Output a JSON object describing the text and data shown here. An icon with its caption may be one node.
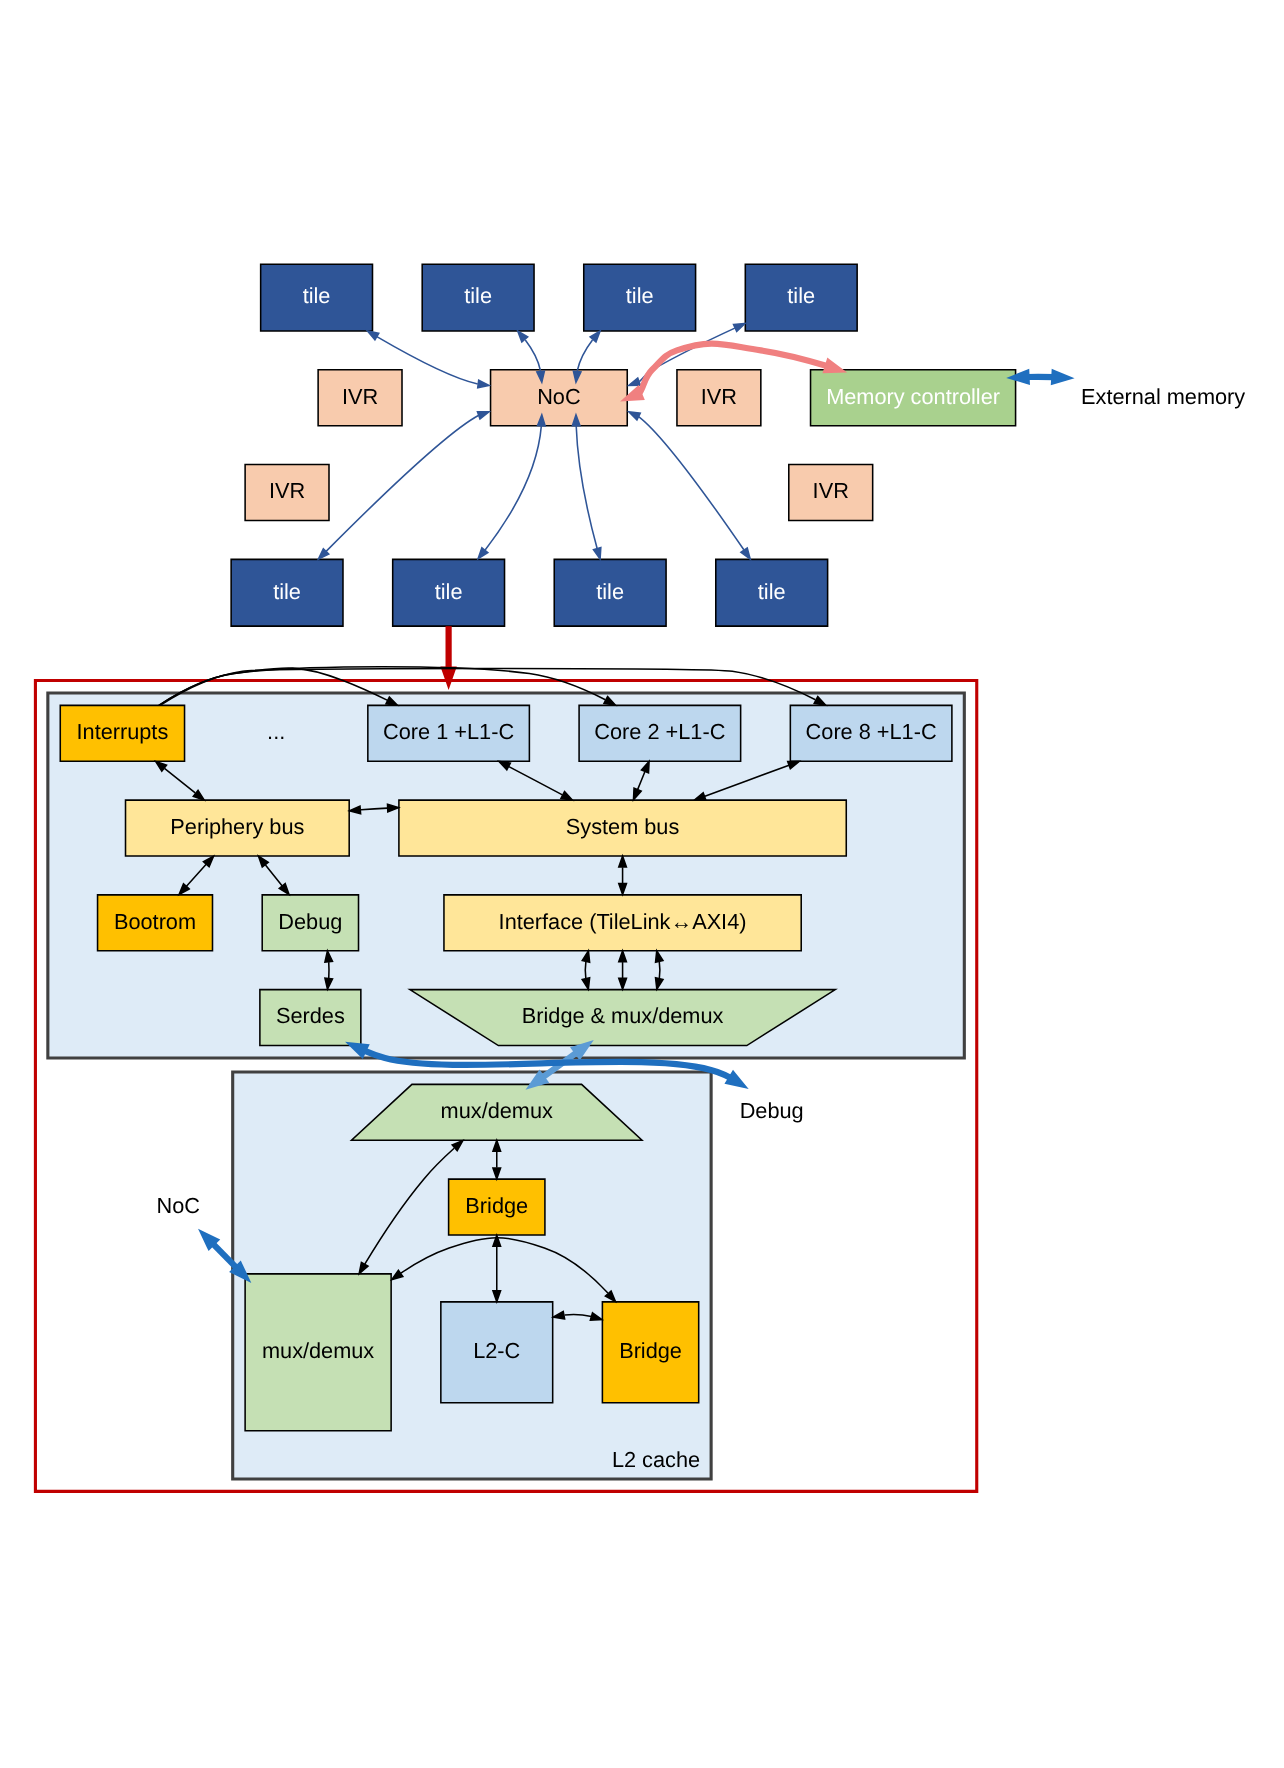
{
  "diagram": {
    "nodes": [
      {
        "text": [
          "tile"
        ]
      },
      {
        "text": [
          "tile"
        ]
      },
      {
        "text": [
          "tile"
        ]
      },
      {
        "text": [
          "tile"
        ]
      },
      {
        "text": [
          "IVR"
        ]
      },
      {
        "text": [
          "IVR"
        ]
      },
      {
        "text": [
          "NoC"
        ]
      },
      {
        "text": [
          "Memory controller"
        ]
      },
      {
        "text": [
          "IVR"
        ]
      },
      {
        "text": [
          "IVR"
        ]
      },
      {
        "text": [
          "tile"
        ]
      },
      {
        "text": [
          "tile"
        ]
      },
      {
        "text": [
          "tile"
        ]
      },
      {
        "text": [
          "tile"
        ]
      },
      {
        "text": [
          "External memory"
        ]
      },
      {
        "text": [],
        "shape": "box"
      },
      {
        "text": [],
        "shape": "box",
        "in": 15
      },
      {
        "text": [
          "Core 1 +L1-C"
        ],
        "in": 16
      },
      {
        "text": [
          "Core 2 +L1-C"
        ],
        "in": 16
      },
      {
        "text": [
          "Core 8 +L1-C"
        ],
        "in": 16
      },
      {
        "text": [
          "Interrupts"
        ],
        "in": 16
      },
      {
        "text": [
          "System bus"
        ],
        "in": 16
      },
      {
        "text": [
          "Periphery bus"
        ],
        "in": 16
      },
      {
        "text": [
          "Interface (TileLink↔AXI4)"
        ],
        "in": 16
      },
      {
        "text": [
          "Bootrom"
        ],
        "in": 16
      },
      {
        "text": [
          "Debug"
        ],
        "in": 16
      },
      {
        "text": [
          "Bridge & mux/demux"
        ],
        "in": 16
      },
      {
        "text": [
          "Serdes"
        ],
        "in": 16
      },
      {
        "text": [
          "Debug"
        ],
        "in": 15
      },
      {
        "text": [
          "L2 cache"
        ],
        "in": 15
      },
      {
        "text": [
          "mux/demux"
        ],
        "in": 29
      },
      {
        "text": [
          "mux/demux"
        ],
        "in": 29
      },
      {
        "text": [
          "Bridge"
        ],
        "in": 29
      },
      {
        "text": [
          "Bridge"
        ],
        "in": 29
      },
      {
        "text": [
          "L2-C"
        ],
        "in": 29
      },
      {
        "text": [
          "NoC"
        ],
        "in": 15
      }
    ],
    "edges": [
      {
        "from": 0,
        "to": 6,
        "arrow": "both",
        "color": "#2f5597"
      },
      {
        "from": 1,
        "to": 6,
        "arrow": "both",
        "color": "#2f5597"
      },
      {
        "from": 2,
        "to": 6,
        "arrow": "both",
        "color": "#2f5597"
      },
      {
        "from": 3,
        "to": 6,
        "arrow": "both",
        "color": "#2f5597"
      },
      {
        "from": 6,
        "to": 7,
        "arrow": "both",
        "style": "thick",
        "color": "#f08080"
      },
      {
        "from": 7,
        "to": 14,
        "arrow": "both",
        "style": "thick",
        "color": "#1f6fbf"
      },
      {
        "from": 6,
        "to": 10,
        "arrow": "both",
        "color": "#2f5597"
      },
      {
        "from": 6,
        "to": 11,
        "arrow": "both",
        "color": "#2f5597"
      },
      {
        "from": 6,
        "to": 12,
        "arrow": "both",
        "color": "#2f5597"
      },
      {
        "from": 6,
        "to": 13,
        "arrow": "both",
        "color": "#2f5597"
      },
      {
        "from": 11,
        "to": 15,
        "arrow": "to",
        "style": "thick",
        "color": "#c00000"
      },
      {
        "from": 20,
        "to": 17,
        "arrow": "to"
      },
      {
        "from": 20,
        "to": 18,
        "arrow": "to"
      },
      {
        "from": 20,
        "to": 19,
        "arrow": "to"
      },
      {
        "from": 17,
        "to": 21,
        "arrow": "both"
      },
      {
        "from": 18,
        "to": 21,
        "arrow": "both"
      },
      {
        "from": 19,
        "to": 21,
        "arrow": "both"
      },
      {
        "from": 20,
        "to": 22,
        "arrow": "both"
      },
      {
        "from": 21,
        "to": 22,
        "arrow": "both"
      },
      {
        "from": 21,
        "to": 23,
        "arrow": "both"
      },
      {
        "from": 22,
        "to": 24,
        "arrow": "both"
      },
      {
        "from": 22,
        "to": 25,
        "arrow": "both"
      },
      {
        "from": 23,
        "to": 26,
        "arrow": "both"
      },
      {
        "from": 23,
        "to": 26,
        "arrow": "both"
      },
      {
        "from": 23,
        "to": 26,
        "arrow": "both"
      },
      {
        "from": 25,
        "to": 27,
        "arrow": "both"
      },
      {
        "from": 27,
        "to": 28,
        "arrow": "both",
        "style": "thick",
        "color": "#1f6fbf"
      },
      {
        "from": 26,
        "to": 30,
        "arrow": "both",
        "style": "thick",
        "color": "#5b9bd5"
      },
      {
        "from": 30,
        "to": 31,
        "arrow": "both"
      },
      {
        "from": 30,
        "to": 32,
        "arrow": "both"
      },
      {
        "from": 32,
        "to": 34,
        "arrow": "both"
      },
      {
        "from": 31,
        "to": 33,
        "arrow": "both"
      },
      {
        "from": 33,
        "to": 34,
        "arrow": "both"
      },
      {
        "from": 35,
        "to": 31,
        "arrow": "both",
        "style": "thick",
        "color": "#1f6fbf"
      }
    ],
    "labels": [
      "..."
    ]
  }
}
